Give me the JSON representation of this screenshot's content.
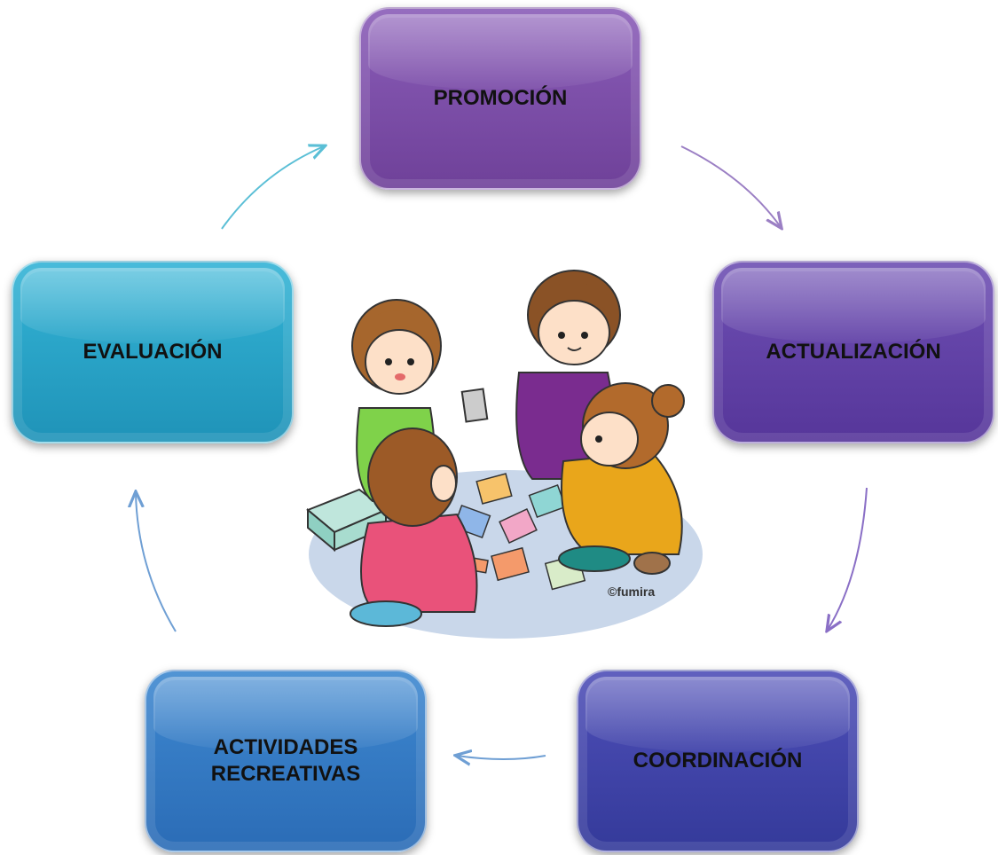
{
  "nodes": {
    "promocion": "PROMOCIÓN",
    "actualizacion": "ACTUALIZACIÓN",
    "coordinacion": "COORDINACIÓN",
    "actividades": "ACTIVIDADES RECREATIVAS",
    "evaluacion": "EVALUACIÓN"
  },
  "illustration": {
    "credit": "©fumira"
  },
  "colors": {
    "promocion": "#7b4fab",
    "actualizacion": "#5f42a6",
    "coordinacion": "#3d44a8",
    "actividades": "#347bc4",
    "evaluacion": "#28a5c8",
    "arrow_purple": "#9b7fc4",
    "arrow_blue": "#6f9fd4",
    "arrow_cyan": "#5bbfd6"
  }
}
